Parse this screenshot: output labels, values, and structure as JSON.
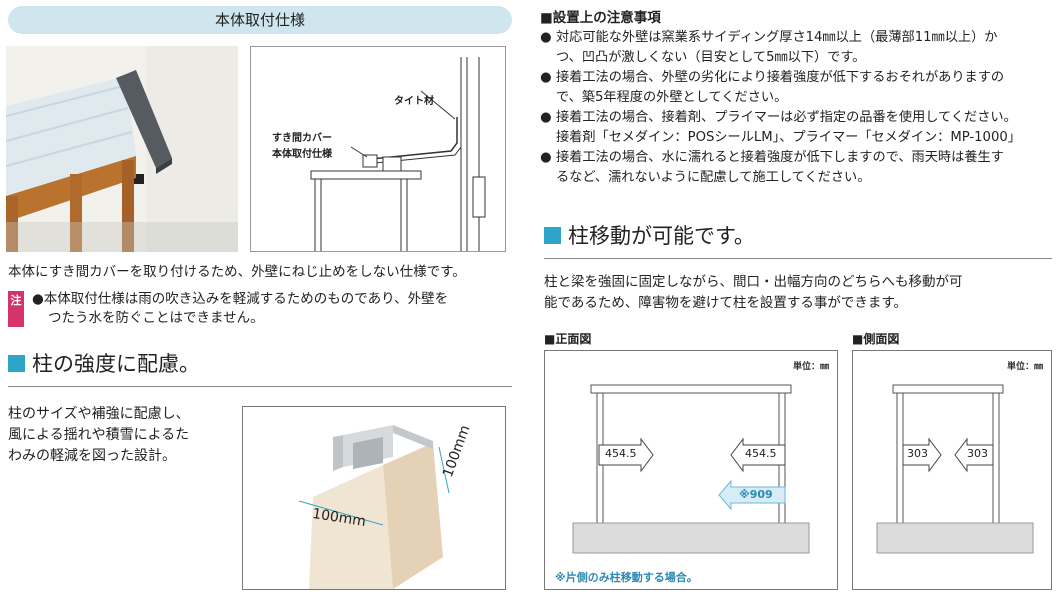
{
  "left": {
    "pill_title": "本体取付仕様",
    "diagram_labels": {
      "tile": "タイト材",
      "cover": "すき間カバー",
      "spec": "本体取付仕様"
    },
    "desc": "本体にすき間カバーを取り付けるため、外壁にねじ止めをしない仕様です。",
    "note_badge": "注",
    "note_line1": "●本体取付仕様は雨の吹き込みを軽減するためのものであり、外壁を",
    "note_line2": "つたう水を防ぐことはできません。",
    "strength_heading": "柱の強度に配慮。",
    "strength_text": [
      "柱のサイズや補強に配慮し、",
      "風による揺れや積雪によるた",
      "わみの軽減を図った設計。"
    ],
    "dim_w": "100mm",
    "dim_h": "100mm"
  },
  "right": {
    "install_heading": "■設置上の注意事項",
    "install_items": [
      [
        "●",
        "対応可能な外壁は窯業系サイディング厚さ14㎜以上（最薄部11㎜以上）か",
        "つ、凹凸が激しくない（目安として5㎜以下）です。"
      ],
      [
        "●",
        "接着工法の場合、外壁の劣化により接着強度が低下するおそれがありますの",
        "で、築5年程度の外壁としてください。"
      ],
      [
        "●",
        "接着工法の場合、接着剤、プライマーは必ず指定の品番を使用してください。",
        "接着剤「セメダイン：POSシールLM」、プライマー「セメダイン：MP-1000」"
      ],
      [
        "●",
        "接着工法の場合、水に濡れると接着強度が低下しますので、雨天時は養生す",
        "るなど、濡れないように配慮して施工してください。"
      ]
    ],
    "move_heading": "柱移動が可能です。",
    "move_line1": "柱と梁を強固に固定しながら、間口・出幅方向のどちらへも移動が可",
    "move_line2": "能であるため、障害物を避けて柱を設置する事ができます。",
    "front_title": "■正面図",
    "side_title": "■側面図",
    "unit_label": "単位：㎜",
    "front_left": "454.5",
    "front_right": "454.5",
    "front_extra": "※909",
    "side_left": "303",
    "side_right": "303",
    "front_note": "※片側のみ柱移動する場合。"
  }
}
